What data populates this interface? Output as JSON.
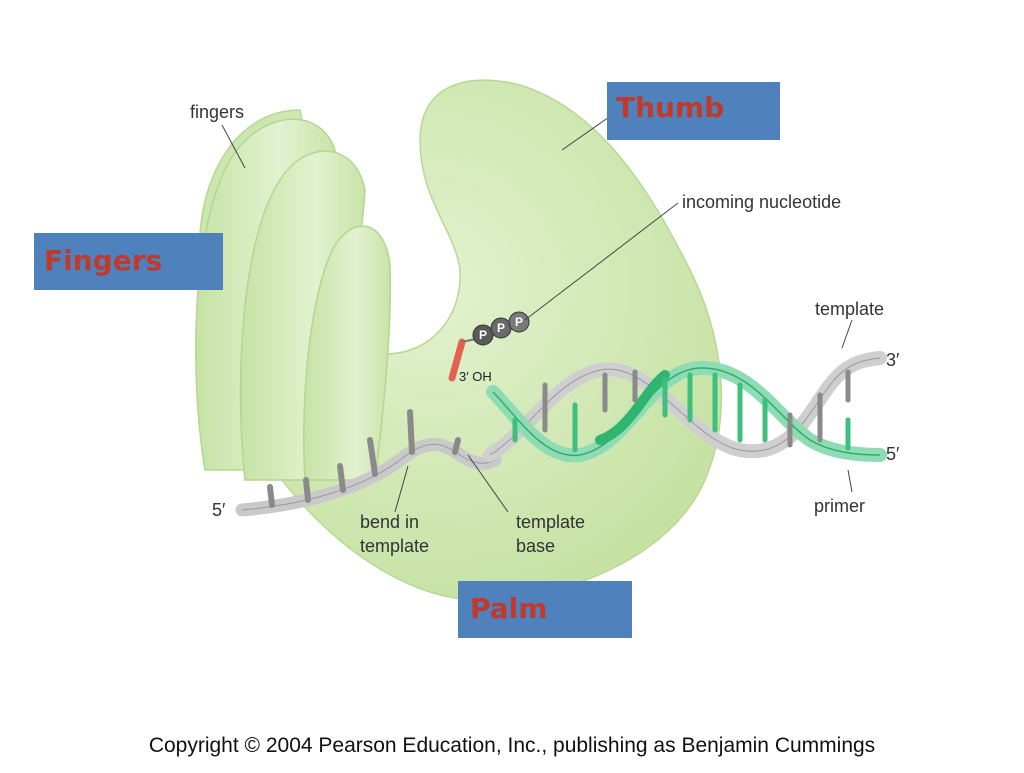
{
  "colors": {
    "enzyme_fill": "#cfe8b0",
    "enzyme_stroke": "#b7d894",
    "region_box": "#4f81bd",
    "region_text": "#c0392b",
    "template_strand": "#cfcfcf",
    "primer_strand": "#3fbf7f",
    "phosphate": "#5a5a5a",
    "primer_end": "#e4604f"
  },
  "regions": {
    "thumb": "Thumb",
    "fingers": "Fingers",
    "palm": "Palm"
  },
  "labels": {
    "fingers": "fingers",
    "incoming_nucleotide": "incoming nucleotide",
    "template": "template",
    "primer": "primer",
    "bend_in_template_line1": "bend in",
    "bend_in_template_line2": "template",
    "template_base_line1": "template",
    "template_base_line2": "base",
    "three_oh": "3′ OH",
    "phosphate": "P"
  },
  "strand_ends": {
    "template_3": "3′",
    "primer_5": "5′",
    "template_5": "5′"
  },
  "copyright": "Copyright © 2004 Pearson Education, Inc., publishing as Benjamin Cummings"
}
